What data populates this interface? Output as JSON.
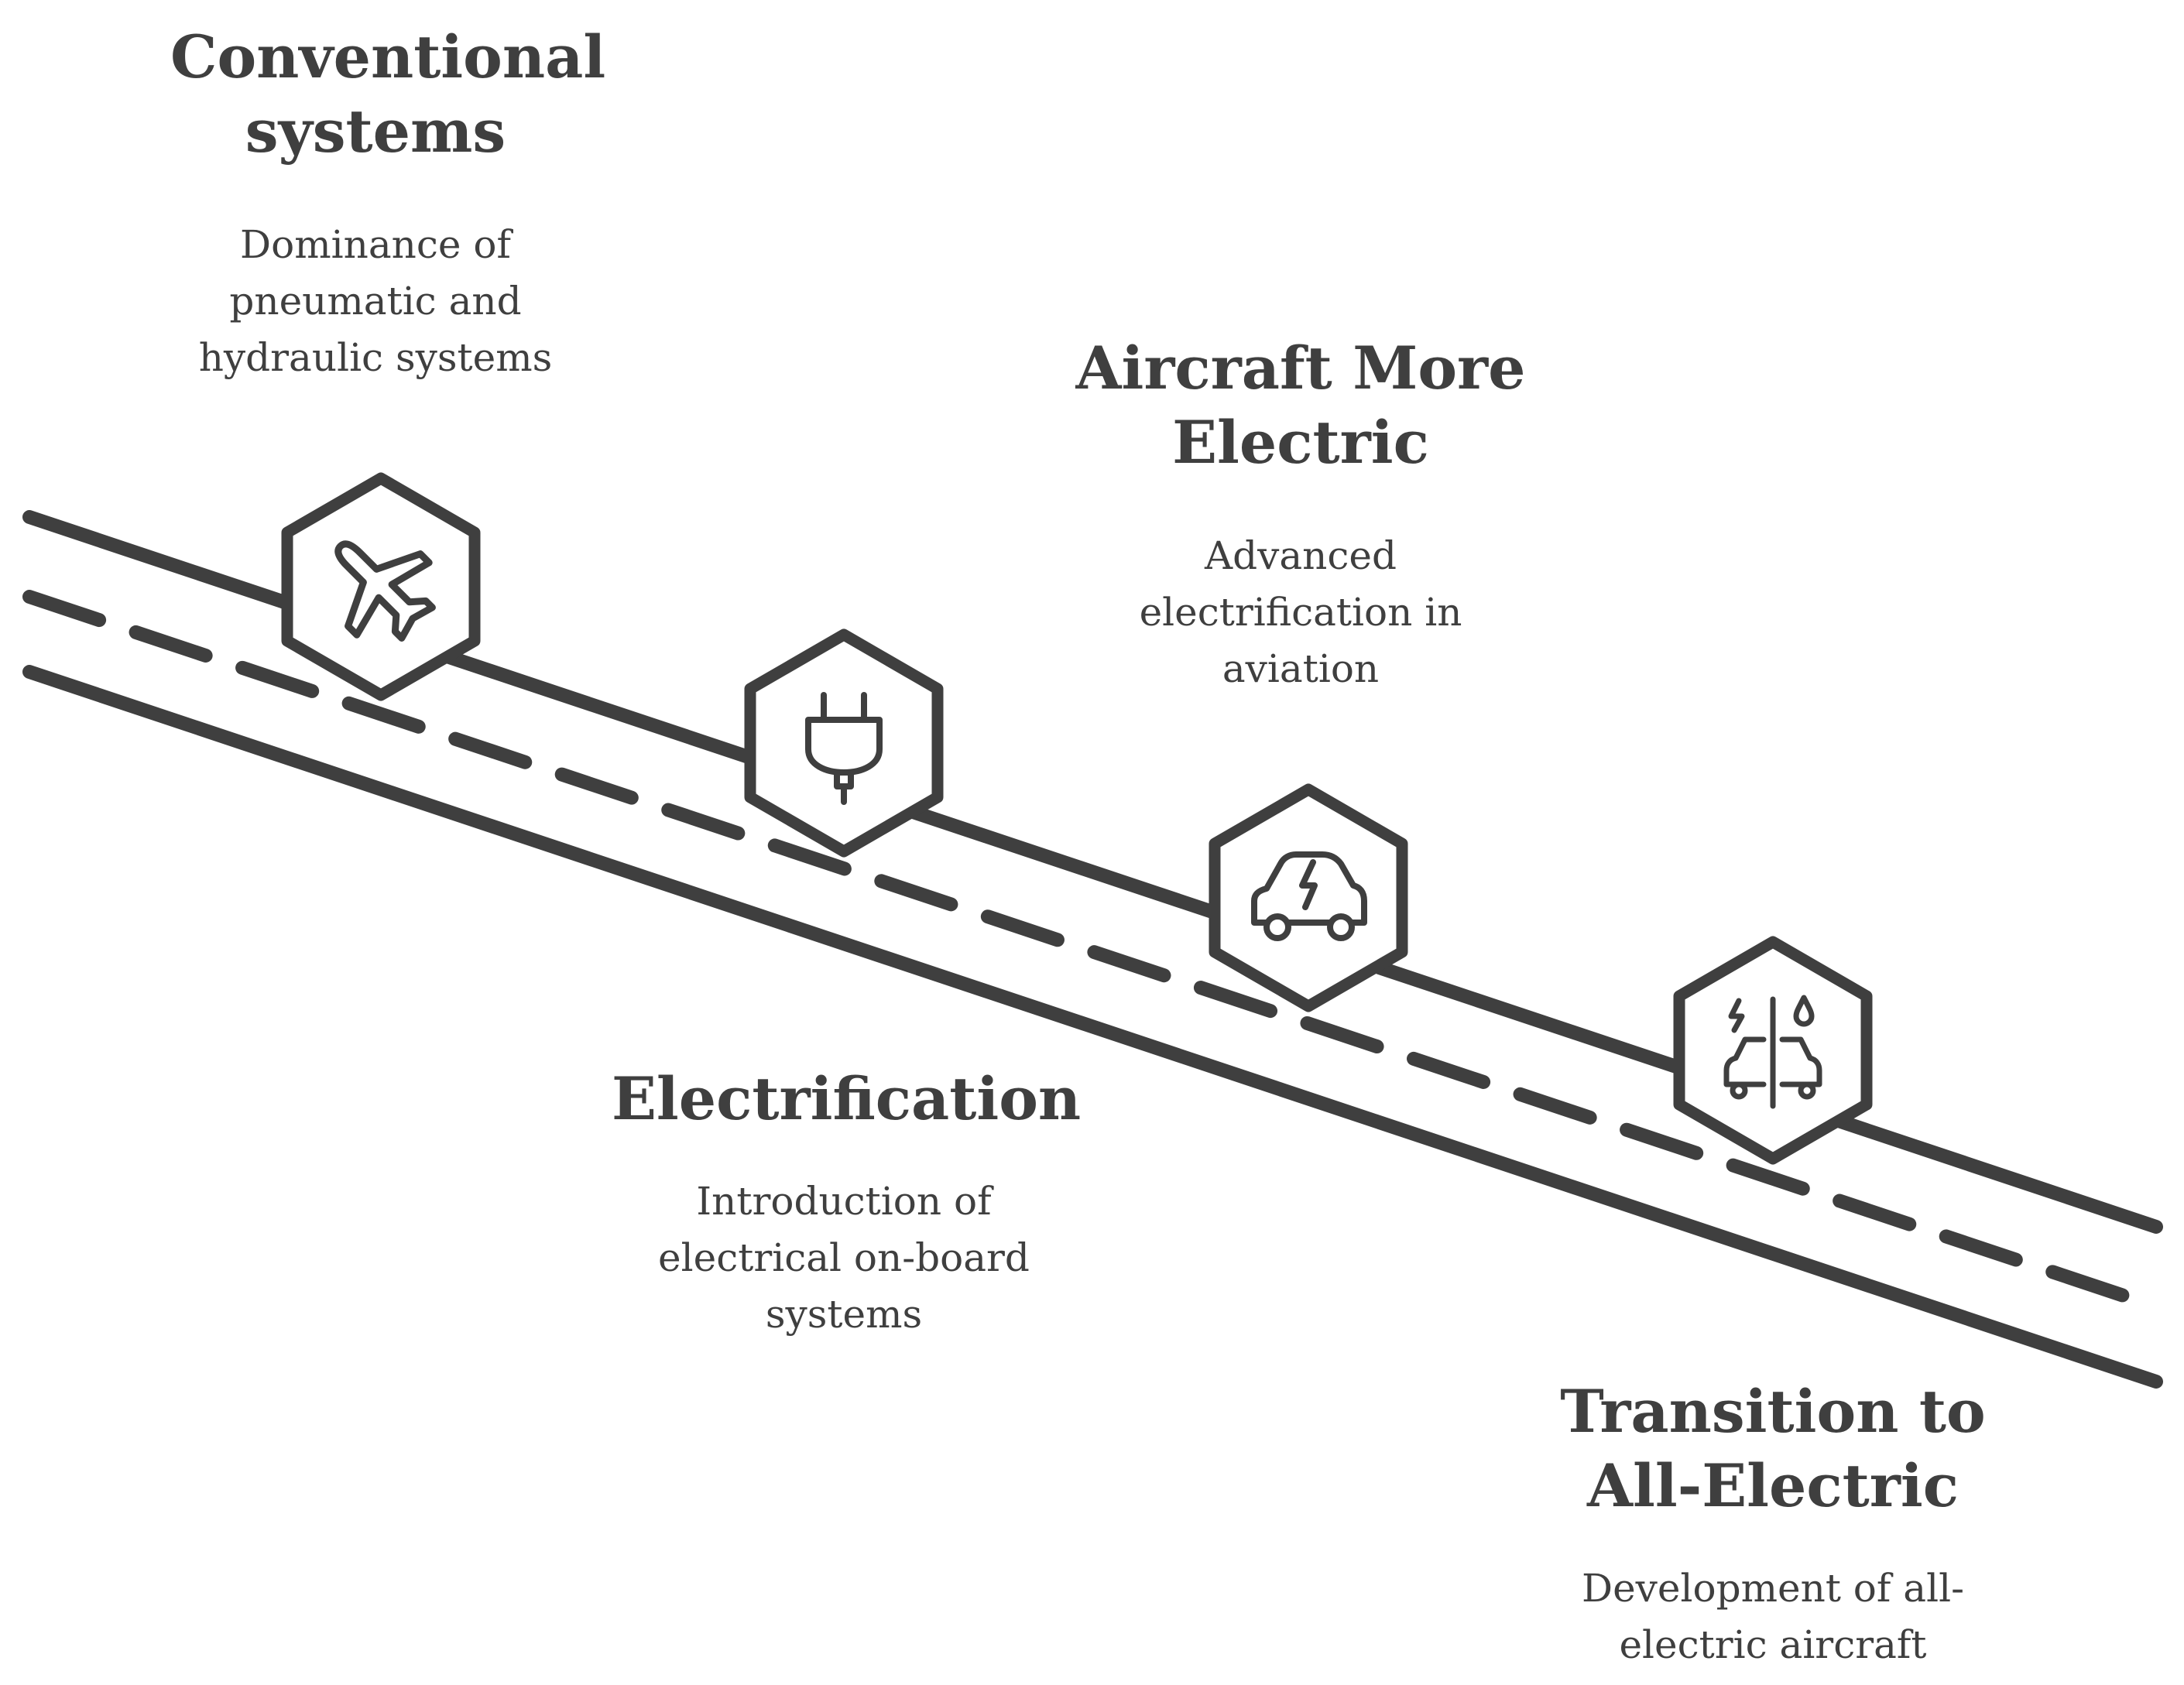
{
  "colors": {
    "stroke": "#3f3f3f",
    "background": "#ffffff",
    "hexagon_fill": "#ffffff"
  },
  "milestones": [
    {
      "title": "Conventional\nsystems",
      "description": "Dominance of\npneumatic and\nhydraulic systems",
      "icon": "airplane-icon"
    },
    {
      "title": "Electrification",
      "description": "Introduction of\nelectrical on-board\nsystems",
      "icon": "electric-plug-icon"
    },
    {
      "title": "Aircraft More\nElectric",
      "description": "Advanced\nelectrification in\naviation",
      "icon": "electric-car-icon"
    },
    {
      "title": "Transition to\nAll-Electric",
      "description": "Development of all-\nelectric aircraft",
      "icon": "electric-vs-fuel-car-icon"
    }
  ]
}
